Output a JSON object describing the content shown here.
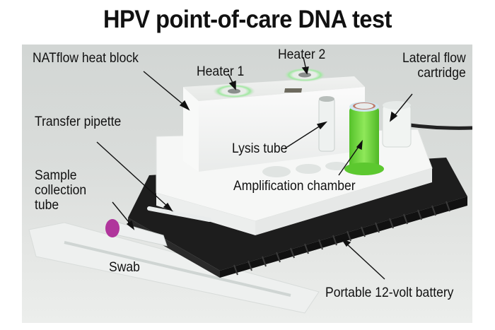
{
  "title": "HPV point-of-care DNA test",
  "labels": {
    "heat_block": "NATflow heat block",
    "heater1": "Heater 1",
    "heater2": "Heater 2",
    "lateral_flow_1": "Lateral flow",
    "lateral_flow_2": "cartridge",
    "transfer_pipette": "Transfer pipette",
    "lysis_tube": "Lysis tube",
    "sample_1": "Sample",
    "sample_2": "collection",
    "sample_3": "tube",
    "amplification": "Amplification chamber",
    "swab": "Swab",
    "battery": "Portable 12-volt battery"
  },
  "colors": {
    "heater_ring": "#7fe07f",
    "amplification_chamber": "#6fd63a",
    "sample_cap": "#b0359c",
    "battery": "#1f1f1f",
    "device_body": "#f4f5f4"
  }
}
